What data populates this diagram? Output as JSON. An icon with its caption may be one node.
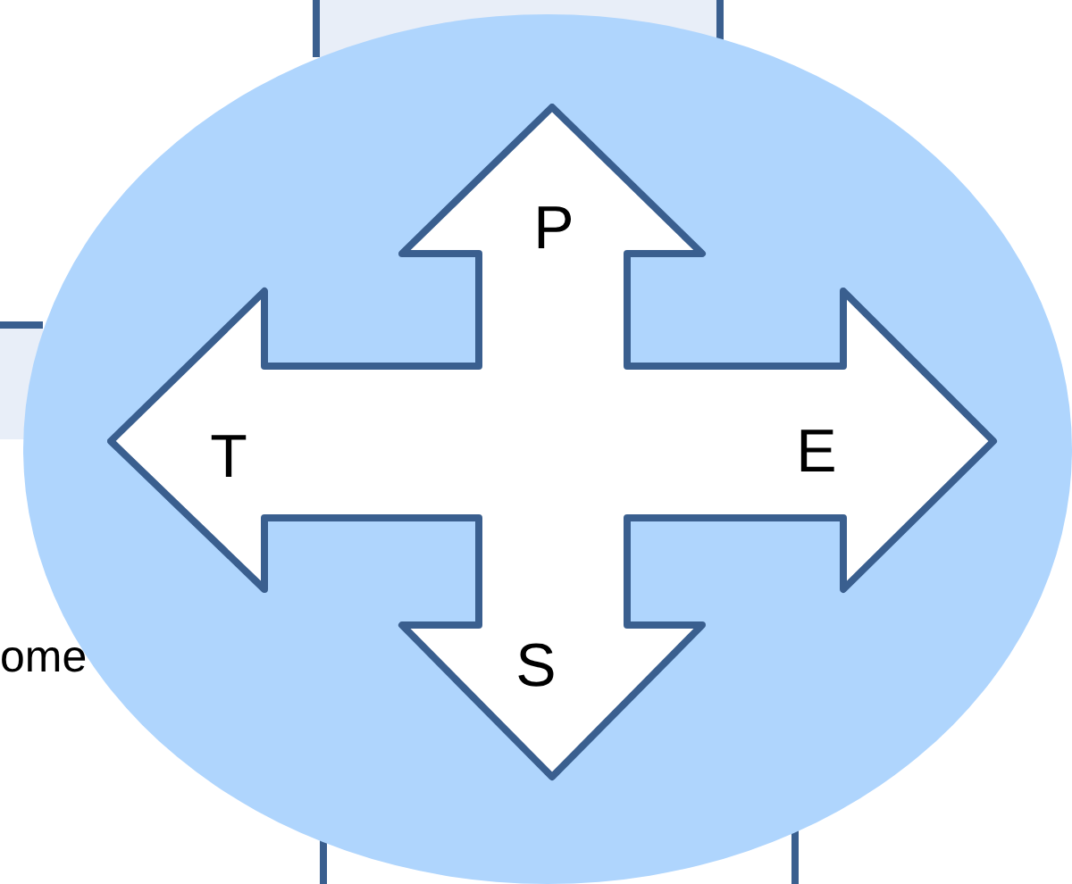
{
  "diagram": {
    "nodes": [
      {
        "text": [],
        "shape": "circle"
      },
      {
        "text": [
          "P",
          "T",
          "E",
          "S"
        ],
        "in": 0
      }
    ],
    "labels": [
      "ome"
    ]
  }
}
